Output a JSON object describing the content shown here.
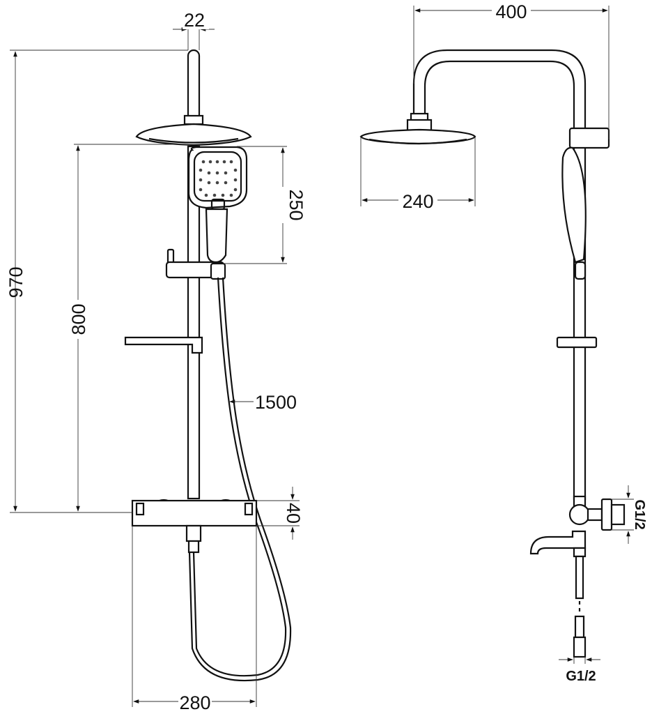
{
  "front_view": {
    "dims": {
      "pipe_diameter": "22",
      "total_height": "970",
      "bar_height": "800",
      "handshower_length": "250",
      "hose_length": "1500",
      "thermostat_height": "40",
      "thermostat_width": "280"
    }
  },
  "side_view": {
    "dims": {
      "projection": "400",
      "head_diameter": "240",
      "inlet_thread": "G1/2",
      "bottom_thread": "G1/2"
    }
  },
  "colors": {
    "line": "#111111",
    "dim_line": "#333333",
    "background": "#ffffff"
  }
}
